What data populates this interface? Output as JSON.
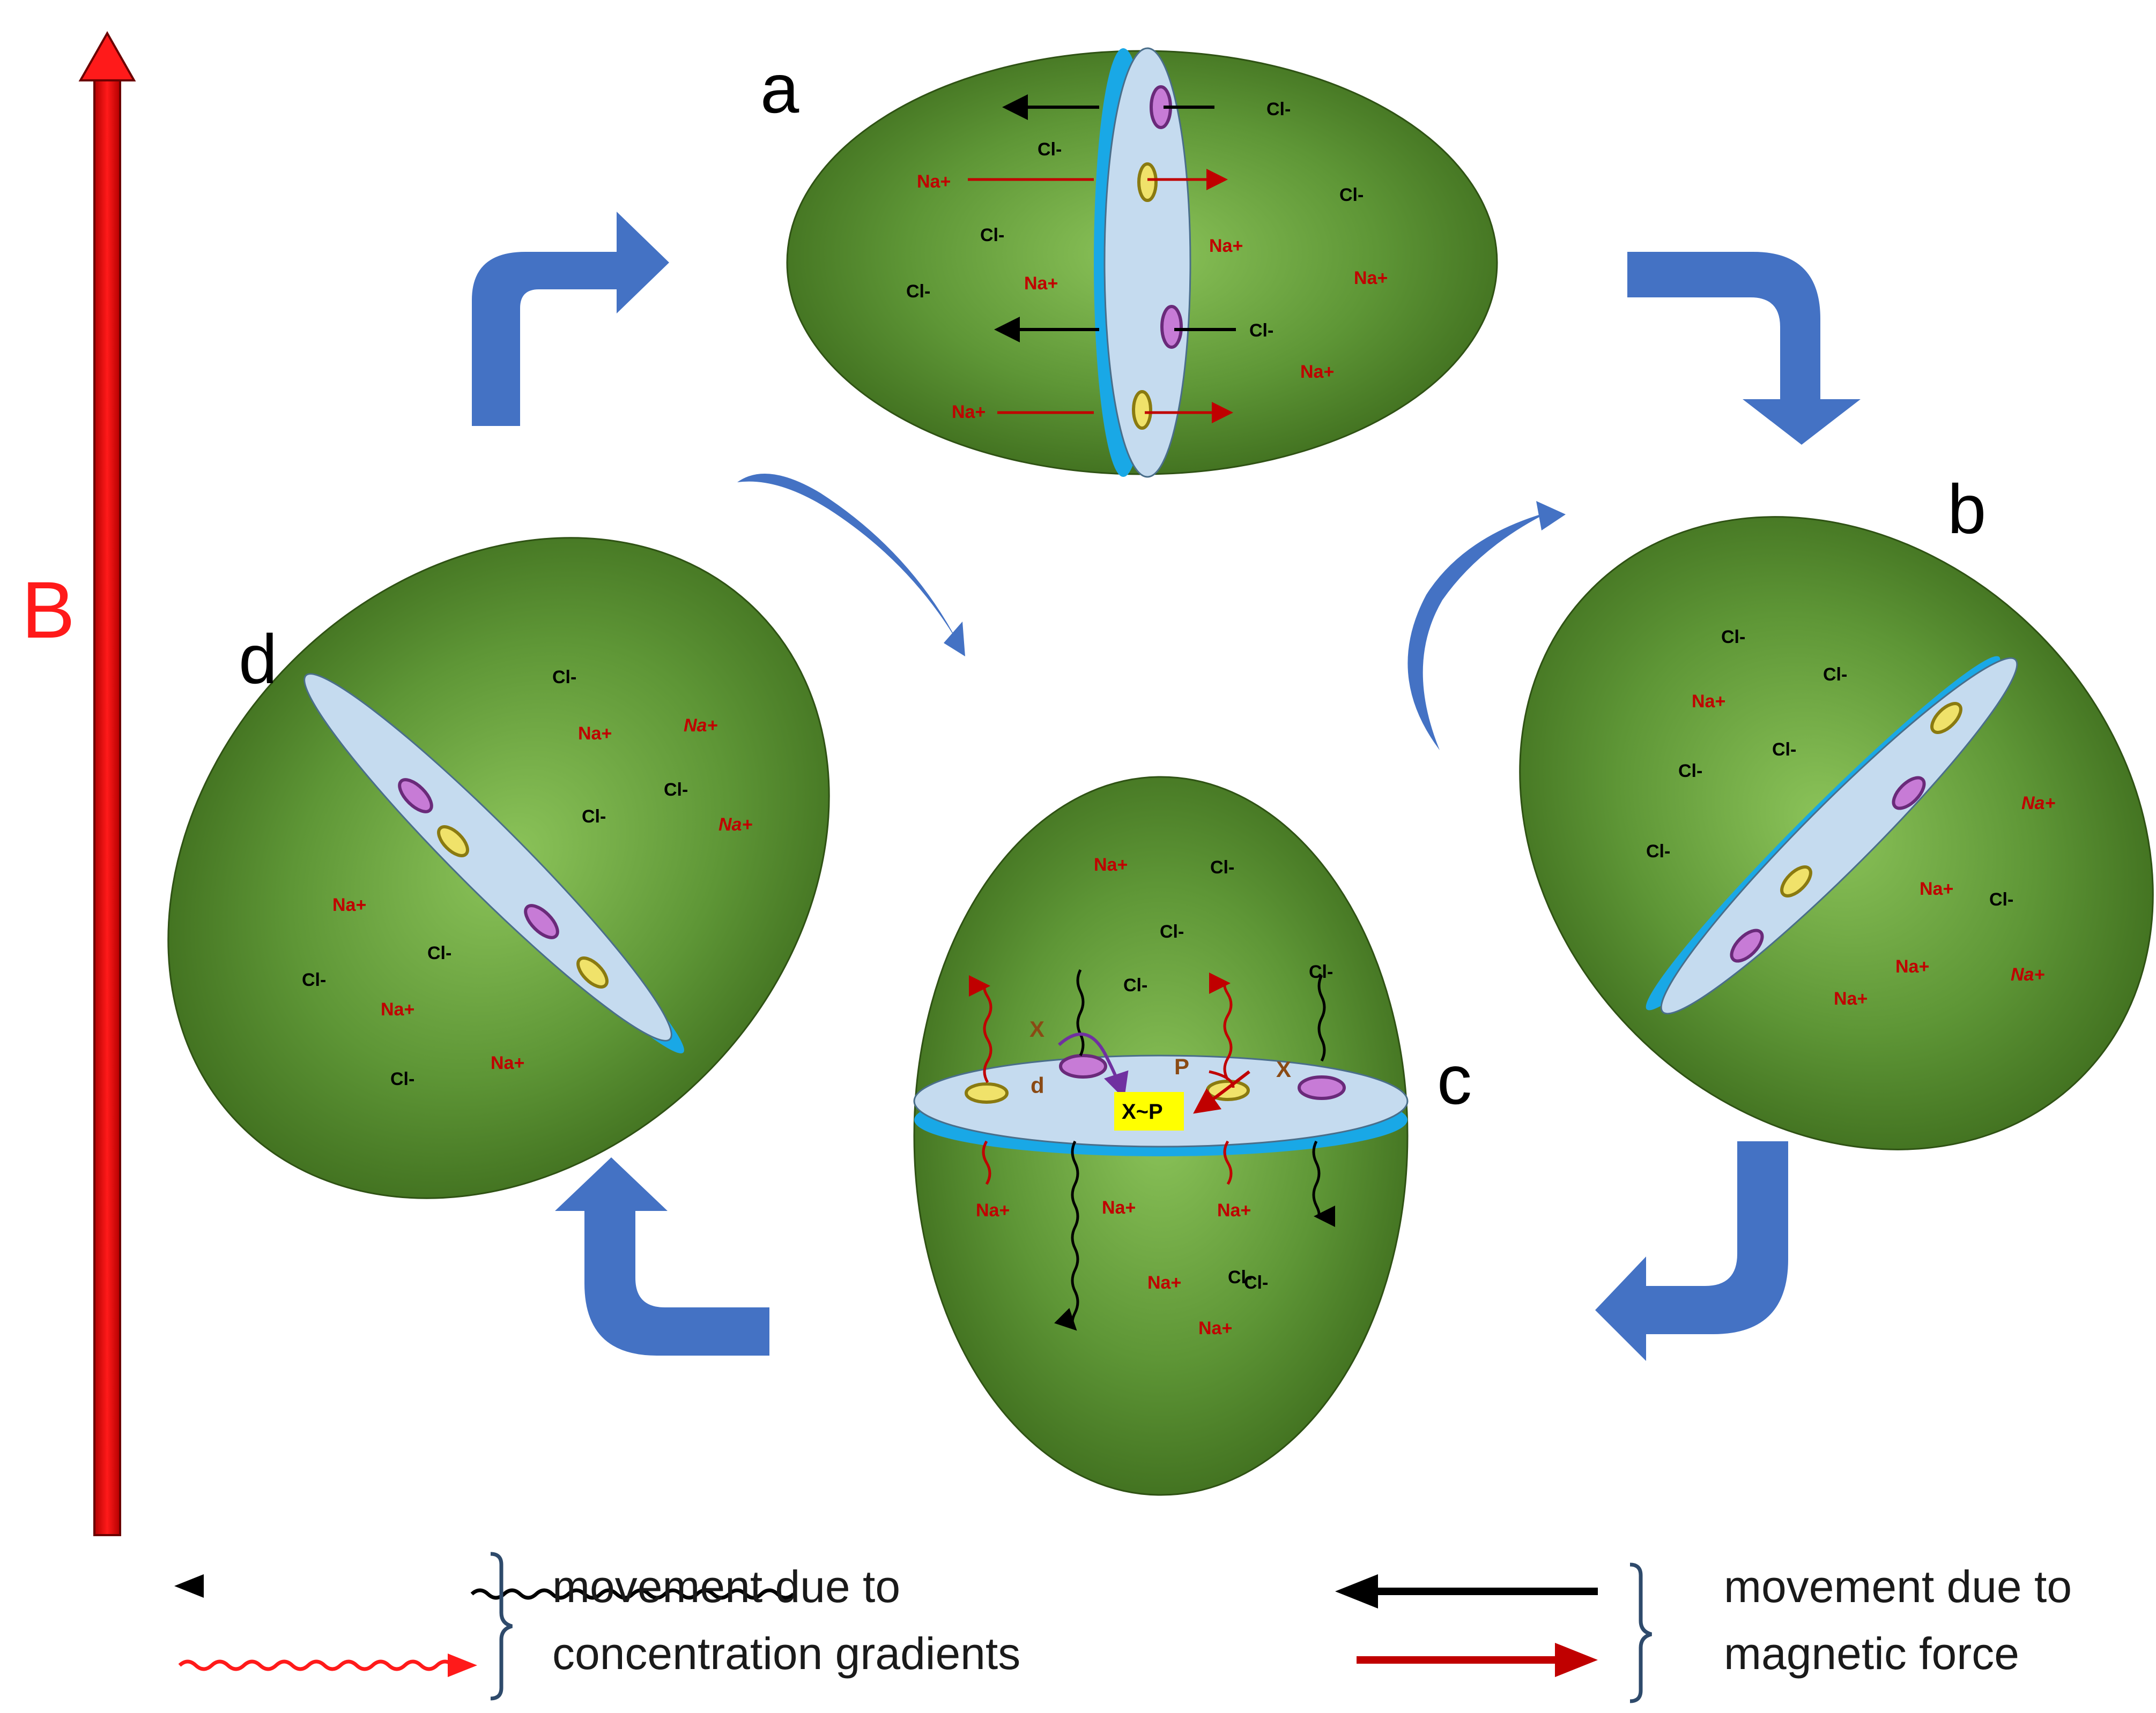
{
  "field_label": "B",
  "cells": {
    "a": {
      "label": "a",
      "ions": [
        {
          "t": "Cl-",
          "kind": "cl"
        },
        {
          "t": "Cl-",
          "kind": "cl"
        },
        {
          "t": "Cl-",
          "kind": "cl"
        },
        {
          "t": "Cl-",
          "kind": "cl"
        },
        {
          "t": "Cl-",
          "kind": "cl"
        },
        {
          "t": "Cl-",
          "kind": "cl"
        },
        {
          "t": "Na+",
          "kind": "na"
        },
        {
          "t": "Na+",
          "kind": "na"
        },
        {
          "t": "Na+",
          "kind": "na"
        },
        {
          "t": "Na+",
          "kind": "na"
        },
        {
          "t": "Na+",
          "kind": "na"
        },
        {
          "t": "Na+",
          "kind": "na"
        }
      ]
    },
    "b": {
      "label": "b",
      "ions": [
        {
          "t": "Cl-",
          "kind": "cl"
        },
        {
          "t": "Cl-",
          "kind": "cl"
        },
        {
          "t": "Cl-",
          "kind": "cl"
        },
        {
          "t": "Cl-",
          "kind": "cl"
        },
        {
          "t": "Cl-",
          "kind": "cl"
        },
        {
          "t": "Cl-",
          "kind": "cl"
        },
        {
          "t": "Na+",
          "kind": "na"
        },
        {
          "t": "Na+",
          "kind": "na-it"
        },
        {
          "t": "Na+",
          "kind": "na"
        },
        {
          "t": "Na+",
          "kind": "na"
        },
        {
          "t": "Na+",
          "kind": "na-it"
        },
        {
          "t": "Na+",
          "kind": "na"
        }
      ]
    },
    "c": {
      "label": "c",
      "ions": [
        {
          "t": "Na+",
          "kind": "na"
        },
        {
          "t": "Cl-",
          "kind": "cl"
        },
        {
          "t": "Cl-",
          "kind": "cl"
        },
        {
          "t": "Cl-",
          "kind": "cl"
        },
        {
          "t": "Cl-",
          "kind": "cl"
        },
        {
          "t": "Cl-",
          "kind": "cl"
        },
        {
          "t": "Na+",
          "kind": "na"
        },
        {
          "t": "Na+",
          "kind": "na"
        },
        {
          "t": "Na+",
          "kind": "na"
        },
        {
          "t": "Na+",
          "kind": "na"
        },
        {
          "t": "Cl-",
          "kind": "cl"
        },
        {
          "t": "Na+",
          "kind": "na"
        }
      ],
      "chem": {
        "x_left": "X",
        "d": "d",
        "p": "P",
        "x_right": "X",
        "product": "X~P"
      }
    },
    "d": {
      "label": "d",
      "ions": [
        {
          "t": "Cl-",
          "kind": "cl"
        },
        {
          "t": "Na+",
          "kind": "na"
        },
        {
          "t": "Na+",
          "kind": "na-it"
        },
        {
          "t": "Cl-",
          "kind": "cl"
        },
        {
          "t": "Cl-",
          "kind": "cl"
        },
        {
          "t": "Na+",
          "kind": "na-it"
        },
        {
          "t": "Na+",
          "kind": "na"
        },
        {
          "t": "Cl-",
          "kind": "cl"
        },
        {
          "t": "Cl-",
          "kind": "cl"
        },
        {
          "t": "Na+",
          "kind": "na"
        },
        {
          "t": "Cl-",
          "kind": "cl"
        },
        {
          "t": "Na+",
          "kind": "na"
        }
      ]
    }
  },
  "legend": {
    "concentration_line1": "movement due to",
    "concentration_line2": "concentration gradients",
    "magnetic_line1": "movement due to",
    "magnetic_line2": "magnetic force"
  },
  "colors": {
    "cell_outer": "#3f6e1e",
    "cell_inner": "#8cc45a",
    "membrane_face": "#c5dbef",
    "membrane_edge": "#19a8e6",
    "cycle_arrow": "#4472c4",
    "field_arrow": "#ff0000",
    "sodium": "#c00000",
    "chloride": "#000000",
    "channel_pink": "#c77bd6",
    "channel_yellow": "#f0e26a"
  }
}
